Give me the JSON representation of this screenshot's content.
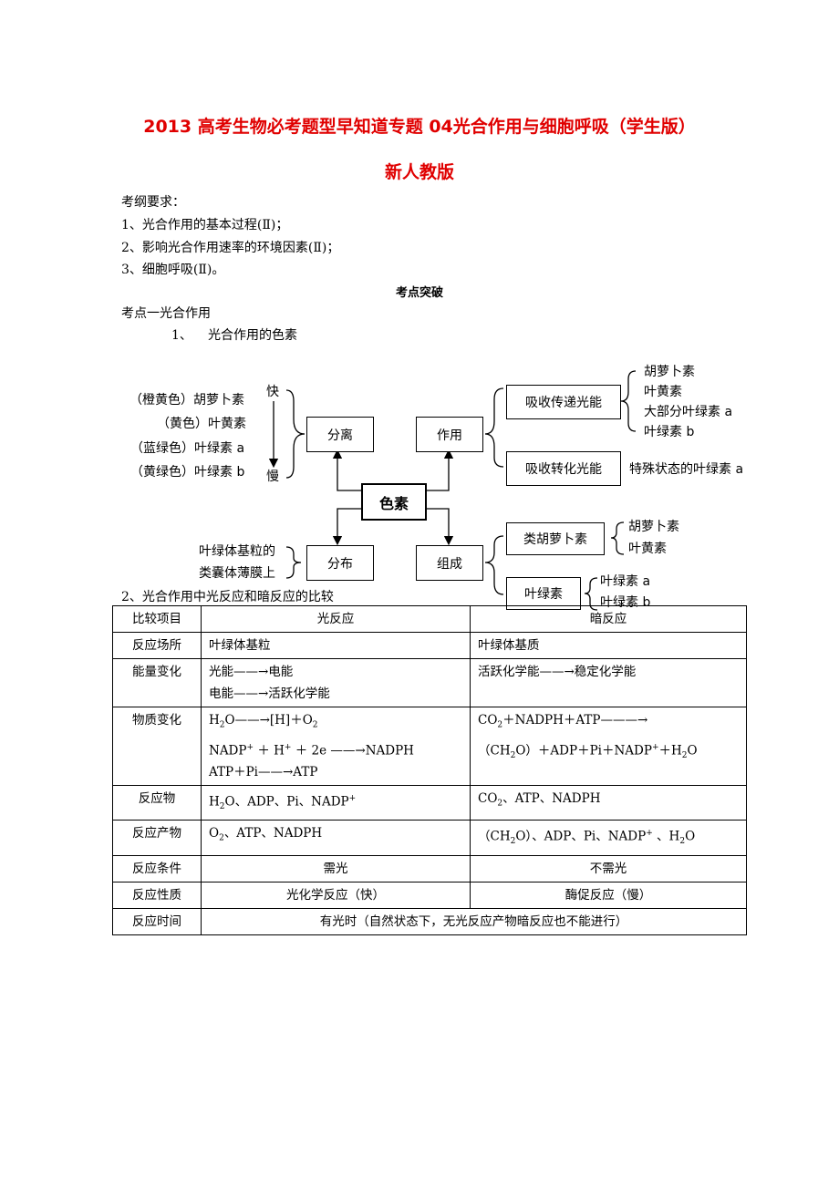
{
  "title_line1": "2013 高考生物必考题型早知道专题 04光合作用与细胞呼吸（学生版）",
  "title_line2": "新人教版",
  "requirements": {
    "heading": "考纲要求：",
    "items": [
      "1、光合作用的基本过程(Ⅱ)；",
      "2、影响光合作用速率的环境因素(Ⅱ)；",
      "3、细胞呼吸(Ⅱ)。"
    ]
  },
  "section_title": "考点突破",
  "point1": "考点一光合作用",
  "sub1_num": "1、",
  "sub1_text": "光合作用的色素",
  "diagram": {
    "center": "色素",
    "separation": "分离",
    "function": "作用",
    "distribution": "分布",
    "composition": "组成",
    "fast": "快",
    "slow": "慢",
    "pigments_left": [
      "（橙黄色）胡萝卜素",
      "（黄色）叶黄素",
      "（蓝绿色）叶绿素 a",
      "（黄绿色）叶绿素 b"
    ],
    "absorb_transfer": "吸收传递光能",
    "absorb_transfer_items": [
      "胡萝卜素",
      "叶黄素",
      "大部分叶绿素 a",
      "叶绿素 b"
    ],
    "absorb_convert": "吸收转化光能",
    "absorb_convert_item": "特殊状态的叶绿素 a",
    "location": [
      "叶绿体基粒的",
      "类囊体薄膜上"
    ],
    "carotenoid": "类胡萝卜素",
    "carotenoid_items": [
      "胡萝卜素",
      "叶黄素"
    ],
    "chlorophyll": "叶绿素",
    "chlorophyll_items": [
      "叶绿素 a",
      "叶绿素 b"
    ]
  },
  "sub2": "2、光合作用中光反应和暗反应的比较",
  "table": {
    "headers": [
      "比较项目",
      "光反应",
      "暗反应"
    ],
    "site": [
      "反应场所",
      "叶绿体基粒",
      "叶绿体基质"
    ],
    "energy_label": "能量变化",
    "energy_light": [
      "光能——→电能",
      "电能——→活跃化学能"
    ],
    "energy_dark": "活跃化学能——→稳定化学能",
    "matter_label": "物质变化",
    "matter_light_1a": "H",
    "matter_light_1b": "2",
    "matter_light_1c": "O——→[H]＋O",
    "matter_light_1d": "2",
    "matter_light_2a": "NADP",
    "matter_light_2b": "+",
    "matter_light_2c": " ＋ H",
    "matter_light_2d": "+",
    "matter_light_2e": " ＋ 2e ——→NADPH",
    "matter_light_3": "ATP＋Pi——→ATP",
    "matter_dark_1a": "CO",
    "matter_dark_1b": "2",
    "matter_dark_1c": "＋NADPH＋ATP———→",
    "matter_dark_2a": "（CH",
    "matter_dark_2b": "2",
    "matter_dark_2c": "O）＋ADP＋Pi＋NADP",
    "matter_dark_2d": "+",
    "matter_dark_2e": "＋H",
    "matter_dark_2f": "2",
    "matter_dark_2g": "O",
    "reactant_label": "反应物",
    "reactant_light_a": "H",
    "reactant_light_b": "2",
    "reactant_light_c": "O、ADP、Pi、NADP",
    "reactant_light_d": "+",
    "reactant_dark_a": "CO",
    "reactant_dark_b": "2",
    "reactant_dark_c": "、ATP、NADPH",
    "product_label": "反应产物",
    "product_light_a": "O",
    "product_light_b": "2",
    "product_light_c": "、ATP、NADPH",
    "product_dark_a": "（CH",
    "product_dark_b": "2",
    "product_dark_c": "O）、ADP、Pi、NADP",
    "product_dark_d": "+",
    "product_dark_e": " 、H",
    "product_dark_f": "2",
    "product_dark_g": "O",
    "condition": [
      "反应条件",
      "需光",
      "不需光"
    ],
    "nature": [
      "反应性质",
      "光化学反应（快）",
      "酶促反应（慢）"
    ],
    "time": [
      "反应时间",
      "有光时（自然状态下，无光反应产物暗反应也不能进行）"
    ]
  }
}
